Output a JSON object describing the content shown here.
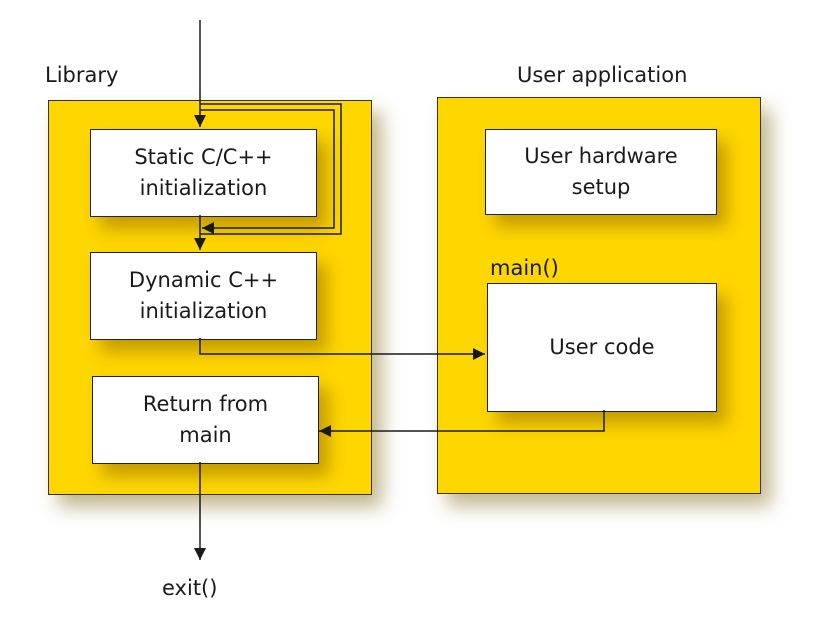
{
  "library": {
    "title": "Library",
    "static_init": "Static C/C++\ninitialization",
    "dynamic_init": "Dynamic C++\ninitialization",
    "return_main": "Return from\nmain"
  },
  "user_app": {
    "title": "User application",
    "hardware_setup": "User hardware\nsetup",
    "main_label": "main()",
    "user_code": "User code"
  },
  "exit_label": "exit()",
  "colors": {
    "panel": "#ffd700",
    "box": "#ffffff",
    "line": "#1a1a1a"
  }
}
